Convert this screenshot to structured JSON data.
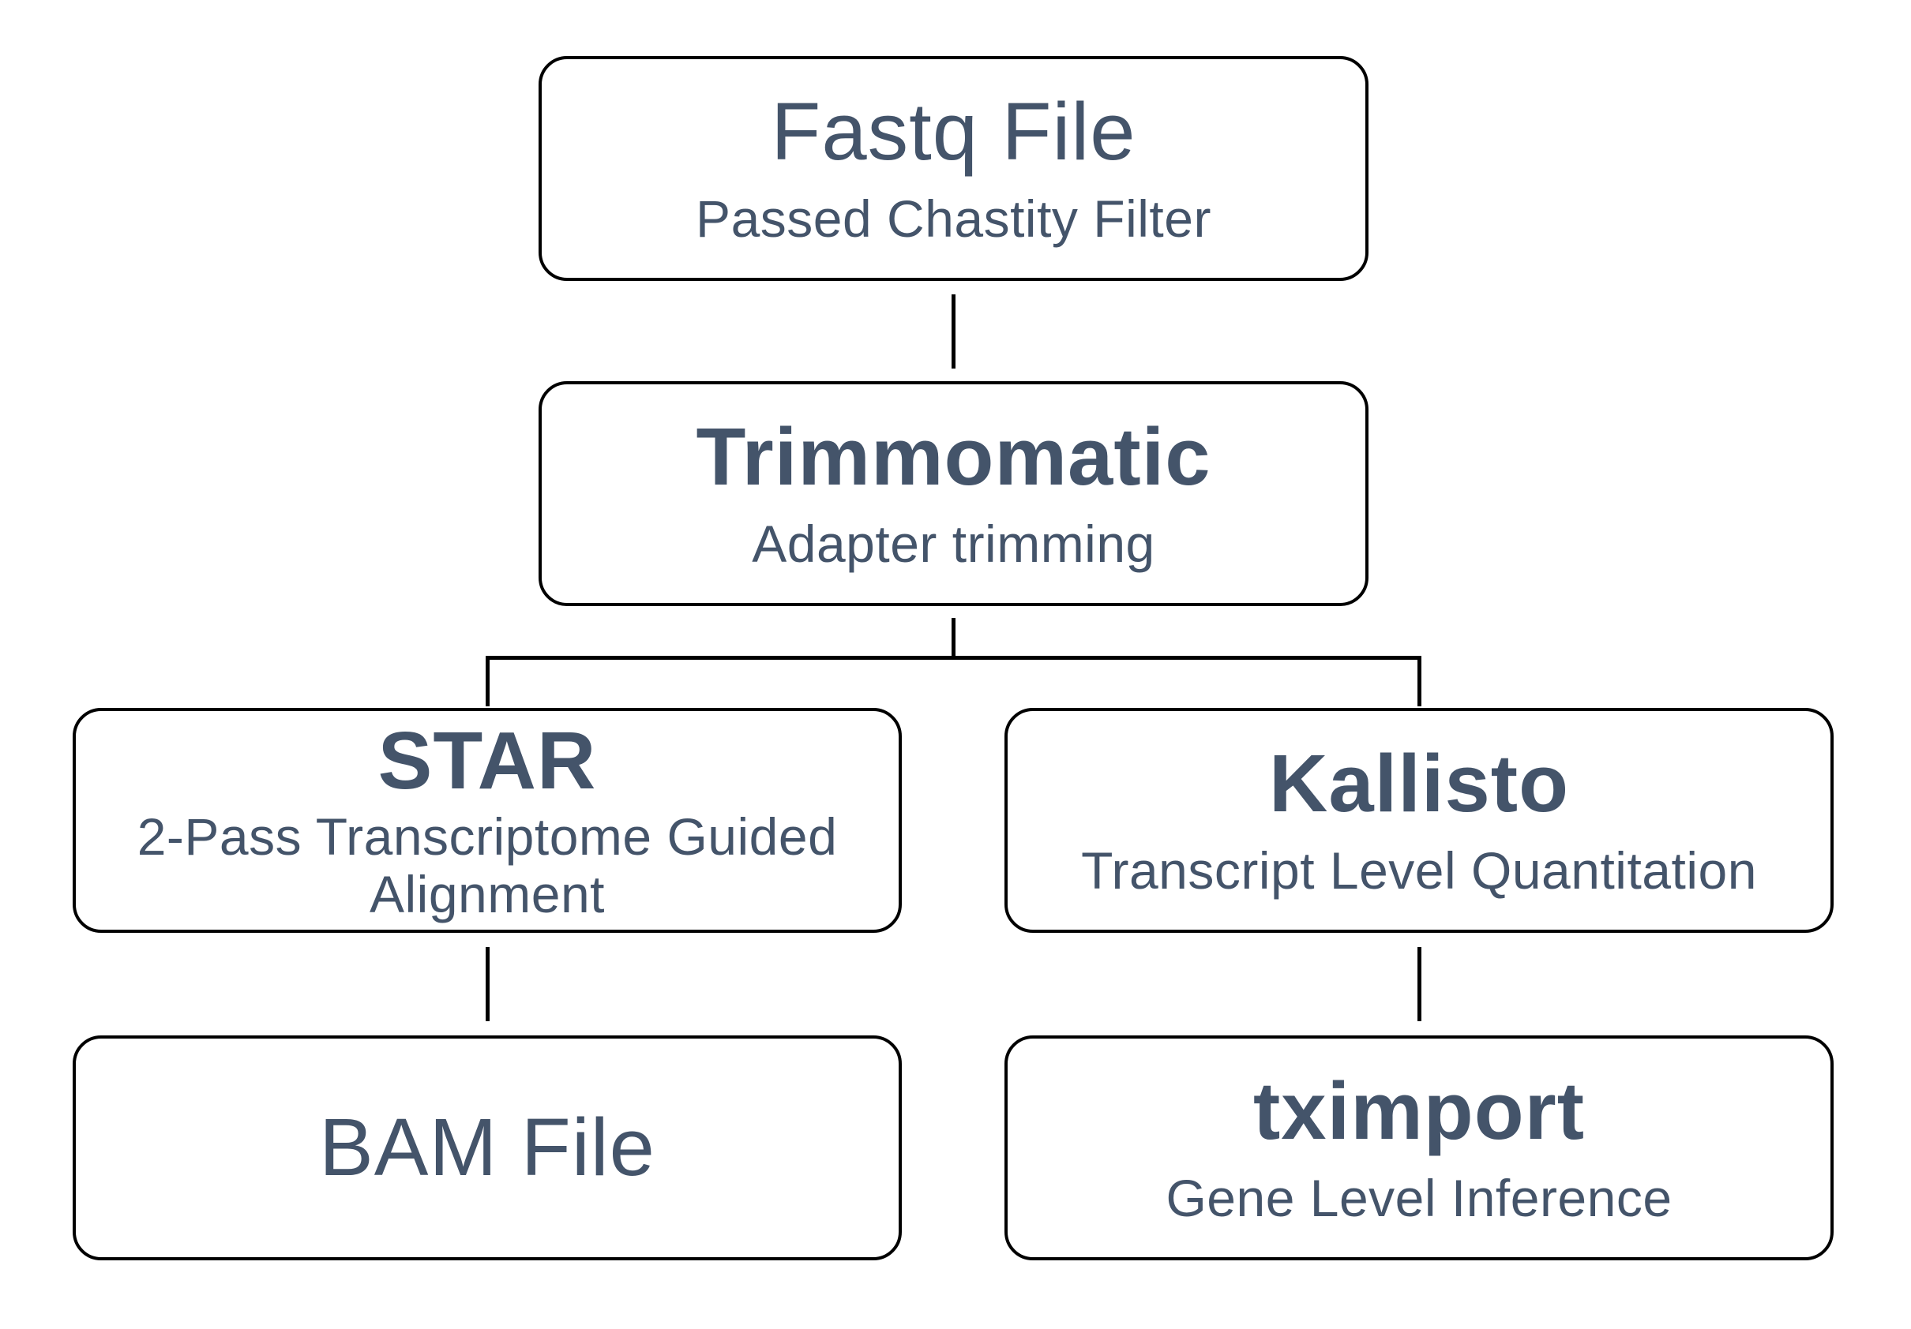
{
  "colors": {
    "text": "#44546A",
    "line": "#000000",
    "background": "#FFFFFF"
  },
  "nodes": {
    "fastq": {
      "title": "Fastq File",
      "subtitle": "Passed Chastity Filter"
    },
    "trimmomatic": {
      "title": "Trimmomatic",
      "subtitle": "Adapter trimming"
    },
    "star": {
      "title": "STAR",
      "subtitle": "2-Pass Transcriptome Guided Alignment"
    },
    "kallisto": {
      "title": "Kallisto",
      "subtitle": "Transcript Level Quantitation"
    },
    "bam": {
      "title": "BAM File"
    },
    "tximport": {
      "title": "tximport",
      "subtitle": "Gene Level Inference"
    }
  }
}
